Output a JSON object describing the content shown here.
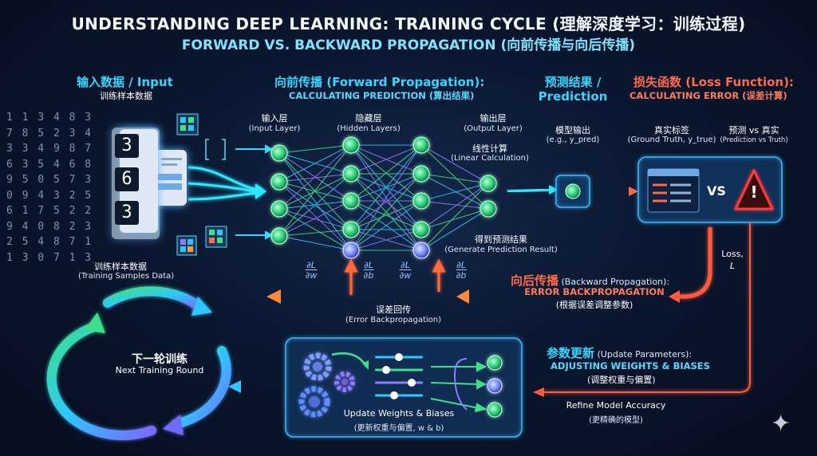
{
  "title": "UNDERSTANDING DEEP LEARNING: TRAINING CYCLE (理解深度学习：训练过程)",
  "subtitle": "FORWARD VS. BACKWARD PROPAGATION (向前传播与向后传播)",
  "input": {
    "header": "输入数据 / Input",
    "sub": "训练样本数据",
    "caption_cn": "训练样本数据",
    "caption_en": "(Training Samples Data)",
    "card_digits": [
      "3",
      "6",
      "3"
    ],
    "digit_grid": "1 1 3 4 8 3\n7 8 5 2 3 4\n3 3 4 9 8 7\n6 3 5 4 6 8\n9 5 0 5 7 3\n0 9 4 3 2 5\n6 1 7 5 2 2\n9 4 0 8 2 3\n2 5 4 8 7 1\n1 3 0 7 1 3"
  },
  "forward": {
    "header": "向前传播 (Forward Propagation):",
    "sub": "CALCULATING PREDICTION (算出结果)",
    "input_layer_cn": "输入层",
    "input_layer_en": "(Input Layer)",
    "hidden_layer_cn": "隐藏层",
    "hidden_layer_en": "(Hidden Layers)",
    "output_layer_cn": "输出层",
    "output_layer_en": "(Output Layer)",
    "linear_cn": "线性计算",
    "linear_en": "(Linear Calculation)",
    "result_cn": "得到预测结果",
    "result_en": "(Generate Prediction Result)"
  },
  "prediction": {
    "header_line1": "预测结果 /",
    "header_line2": "Prediction",
    "model_output_cn": "模型输出",
    "model_output_en": "(e.g., y_pred)"
  },
  "loss": {
    "header": "损失函数 (Loss Function):",
    "sub": "CALCULATING ERROR (误差计算)",
    "gt_cn": "真实标签",
    "gt_en": "(Ground Truth, y_true)",
    "vs_cn": "预测 vs 真实",
    "vs_en": "(Prediction vs Truth)",
    "vs_text": "VS",
    "loss_label1": "Loss,",
    "loss_label2": "L"
  },
  "backward": {
    "header_cn": "向后传播",
    "header_en": " (Backward Propagation):",
    "sub_en": "ERROR BACKPROPAGATION",
    "sub_cn": "(根据误差调整参数)",
    "err_cn": "误差回传",
    "err_en": "(Error Backpropagation)",
    "grad_num": "∂L",
    "grad_w": "∂w",
    "grad_b": "∂b"
  },
  "update": {
    "header_cn": "参数更新",
    "header_en": " (Update Parameters):",
    "sub_en": "ADJUSTING WEIGHTS & BIASES",
    "sub_cn": "(调整权重与偏置)",
    "box_en": "Update Weights & Biases",
    "box_cn": "(更新权重与偏置, w & b)",
    "refine_en": "Refine Model Accuracy",
    "refine_cn": "(更精确的模型)"
  },
  "next_round": {
    "cn": "下一轮训练",
    "en": "Next Training Round"
  },
  "colors": {
    "cyan": "#35d6ff",
    "green": "#3ee08a",
    "red": "#ff5a3c",
    "orange": "#ff8a3c",
    "purple": "#8f7bff",
    "background": "#0a1730"
  }
}
